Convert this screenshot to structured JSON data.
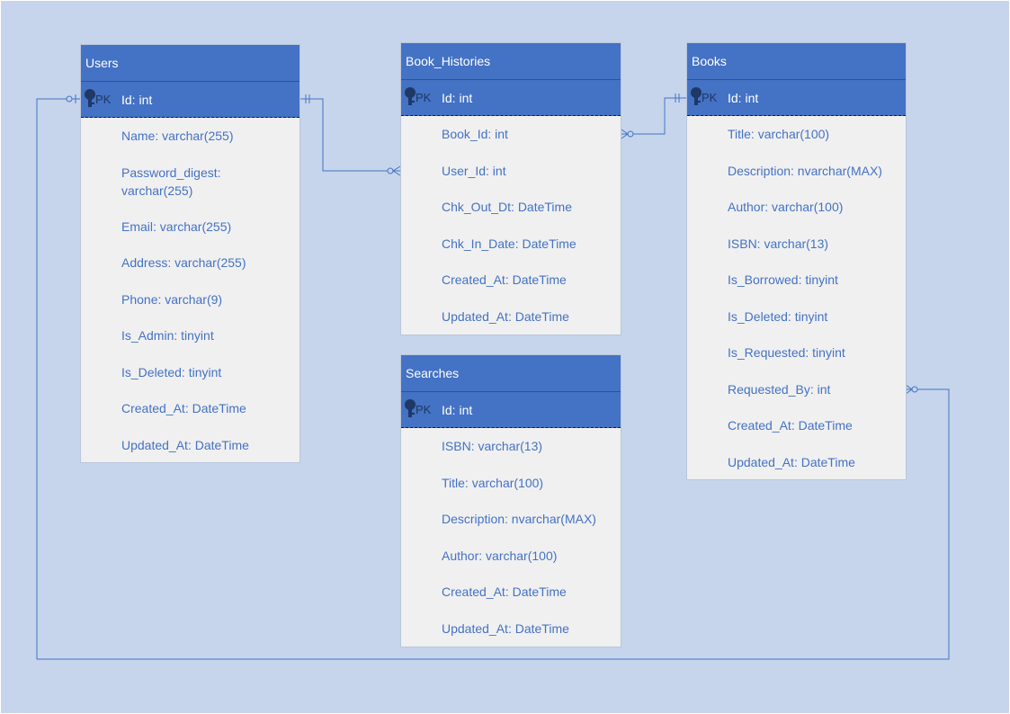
{
  "diagram": {
    "colors": {
      "background": "#c6d5ec",
      "header_fill": "#4472c4",
      "body_fill": "#f0f0f0",
      "attribute_text": "#4472c4",
      "connector": "#4472c4"
    },
    "pk_label": "PK",
    "entities": {
      "users": {
        "title": "Users",
        "pk": "Id: int",
        "attributes": [
          "Name: varchar(255)",
          "Password_digest: varchar(255)",
          "Email: varchar(255)",
          "Address: varchar(255)",
          "Phone: varchar(9)",
          "Is_Admin: tinyint",
          "Is_Deleted: tinyint",
          "Created_At: DateTime",
          "Updated_At: DateTime"
        ]
      },
      "book_histories": {
        "title": "Book_Histories",
        "pk": "Id: int",
        "attributes": [
          "Book_Id: int",
          "User_Id: int",
          "Chk_Out_Dt: DateTime",
          "Chk_In_Date: DateTime",
          "Created_At: DateTime",
          "Updated_At: DateTime"
        ]
      },
      "books": {
        "title": "Books",
        "pk": "Id: int",
        "attributes": [
          "Title: varchar(100)",
          "Description: nvarchar(MAX)",
          "Author: varchar(100)",
          "ISBN: varchar(13)",
          "Is_Borrowed: tinyint",
          "Is_Deleted: tinyint",
          "Is_Requested: tinyint",
          "Requested_By: int",
          "Created_At: DateTime",
          "Updated_At: DateTime"
        ]
      },
      "searches": {
        "title": "Searches",
        "pk": "Id: int",
        "attributes": [
          "ISBN: varchar(13)",
          "Title: varchar(100)",
          "Description: nvarchar(MAX)",
          "Author: varchar(100)",
          "Created_At: DateTime",
          "Updated_At: DateTime"
        ]
      }
    }
  }
}
